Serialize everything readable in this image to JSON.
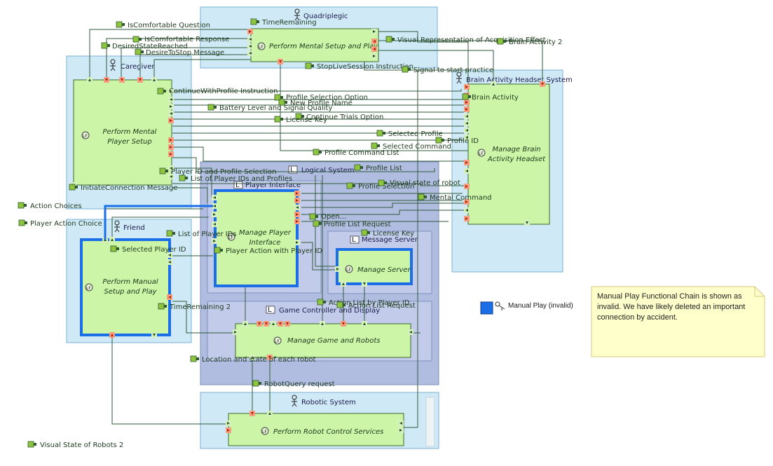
{
  "components": [
    {
      "id": "quadriplegic",
      "label": "Quadriplegic",
      "actor": true
    },
    {
      "id": "caregiver",
      "label": "Caregiver",
      "actor": true
    },
    {
      "id": "brain",
      "label": "Brain Activity Headset System",
      "actor": true
    },
    {
      "id": "logical",
      "label": "Logical System",
      "actor": false
    },
    {
      "id": "playeri",
      "label": "Player Interface",
      "actor": false
    },
    {
      "id": "friend",
      "label": "Friend",
      "actor": true
    },
    {
      "id": "msgsrv",
      "label": "Message Server",
      "actor": false
    },
    {
      "id": "gamectl",
      "label": "Game Controller and Display",
      "actor": false
    },
    {
      "id": "robotic",
      "label": "Robotic System",
      "actor": true
    }
  ],
  "functions": [
    {
      "id": "f_mental_play",
      "label": "Perform Mental Setup and Play"
    },
    {
      "id": "f_mental_setup",
      "label": "Perform Mental Player Setup"
    },
    {
      "id": "f_brain",
      "label": "Manage Brain Activity Headset"
    },
    {
      "id": "f_player",
      "label": "Manage Player Interface"
    },
    {
      "id": "f_manual",
      "label": "Perform Manual Setup and Play"
    },
    {
      "id": "f_server",
      "label": "Manage Server"
    },
    {
      "id": "f_game",
      "label": "Manage Game and Robots"
    },
    {
      "id": "f_robot",
      "label": "Perform Robot Control Services"
    }
  ],
  "exchanges": [
    "IsComfortable Question",
    "TimeRemaining",
    "IsComfortable Response",
    "DesiredStateReached",
    "DesireToStop Message",
    "Visual Representation of Acquisition Effect",
    "Brain Activity 2",
    "StopLiveSession Instruction",
    "Signal to start practice",
    "ContinueWithProfile Instruction",
    "Brain Activity",
    "Profile Selection Option",
    "New Profile Name",
    "Battery Level and Signal Quality",
    "Continue Trials Option",
    "License Key",
    "Selected Profile",
    "Profile ID",
    "Selected Command",
    "Profile Command List",
    "Profile List",
    "Player ID and Profile Selection",
    "List of Player IDs and Profiles",
    "Profile Selection",
    "Visual state of robot",
    "InitiateConnection Message",
    "Mental Command",
    "Action Choices",
    "Open...",
    "Player Action Choice",
    "Profile List Request",
    "License Key",
    "List of Player IDs",
    "Selected Player ID",
    "Player Action with Player ID",
    "Action List by Player ID",
    "Action List Request",
    "TimeRemaining 2",
    "Location and state of each robot",
    "RobotQuery request",
    "Visual State of Robots 2"
  ],
  "legend": {
    "label": "Manual Play (invalid)",
    "color": "#1a6fe6"
  },
  "note": {
    "text": "Manual Play Functional Chain is shown as invalid. We have likely deleted an important connection by accident."
  },
  "colors": {
    "component_fill": "#cfe9f7",
    "logical_fill": "#b0bde0",
    "function_fill": "#ccf5a8",
    "chain_highlight": "#1a6fe6",
    "note_fill": "#ffffcc"
  }
}
